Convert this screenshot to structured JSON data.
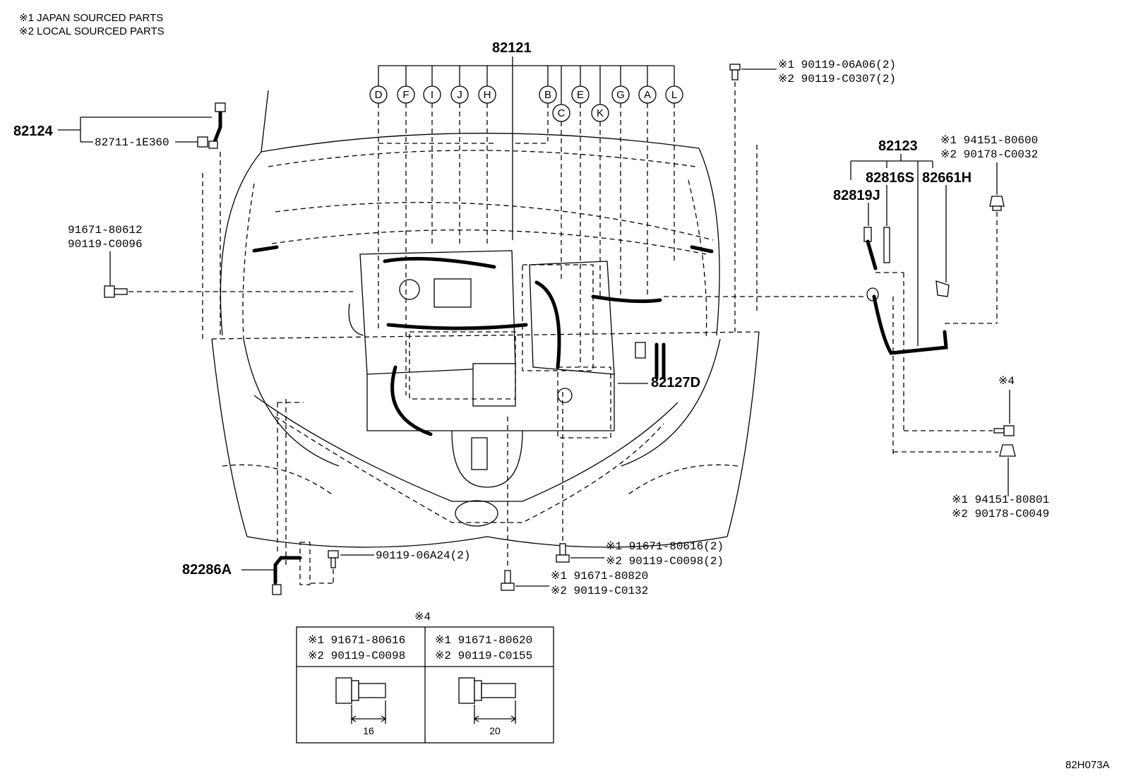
{
  "notes": [
    "※1 JAPAN SOURCED PARTS",
    "※2 LOCAL SOURCED PARTS"
  ],
  "main_harness": "82121",
  "connector_letters_left": [
    "D",
    "F",
    "I",
    "J",
    "H"
  ],
  "connector_letters_right_top": [
    "B",
    "E",
    "G",
    "A",
    "L"
  ],
  "connector_letters_right_low": [
    "C",
    "K"
  ],
  "callouts": {
    "p82124": "82124",
    "p82711": "82711-1E360",
    "p91671_80612": "91671-80612",
    "p90119_C0096": "90119-C0096",
    "top_bolt_1": "※1 90119-06A06(2)",
    "top_bolt_2": "※2 90119-C0307(2)",
    "p82123": "82123",
    "p82816S": "82816S",
    "p82661H": "82661H",
    "p82819J": "82819J",
    "clip_top_1": "※1 94151-80600",
    "clip_top_2": "※2 90178-C0032",
    "ref4": "※4",
    "p82127D": "82127D",
    "clip_bot_1": "※1 94151-80801",
    "clip_bot_2": "※2 90178-C0049",
    "p82286A": "82286A",
    "p90119_06A24": "90119-06A24(2)",
    "bolt_mid_1": "※1 91671-80616(2)",
    "bolt_mid_2": "※2 90119-C0098(2)",
    "bolt_low_1": "※1 91671-80820",
    "bolt_low_2": "※2 90119-C0132"
  },
  "bolt_table": {
    "ref": "※4",
    "columns": [
      {
        "line1": "※1 91671-80616",
        "line2": "※2 90119-C0098",
        "length": "16"
      },
      {
        "line1": "※1 91671-80620",
        "line2": "※2 90119-C0155",
        "length": "20"
      }
    ]
  },
  "figure_code": "82H073A"
}
